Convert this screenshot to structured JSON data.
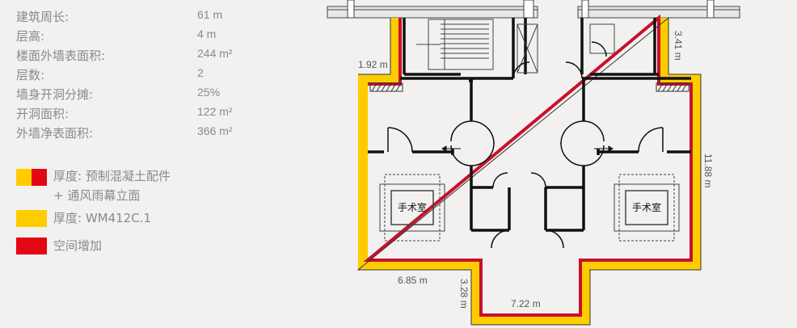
{
  "stats": [
    {
      "label": "建筑周长:",
      "value": "61 m"
    },
    {
      "label": "层高:",
      "value": "4 m"
    },
    {
      "label": "楼面外墙表面积:",
      "value": "244 m²"
    },
    {
      "label": "层数:",
      "value": "2"
    },
    {
      "label": "墙身开洞分摊:",
      "value": "25%"
    },
    {
      "label": "开洞面积:",
      "value": "122 m²"
    },
    {
      "label": "外墙净表面积:",
      "value": "366 m²"
    }
  ],
  "legend": [
    {
      "line1": "厚度: 预制混凝土配件",
      "line2": "+ 通风雨幕立面",
      "colors": [
        "#ffcc00",
        "#e30613"
      ]
    },
    {
      "line1": "厚度: WM412C.1",
      "line2": "",
      "colors": [
        "#ffcc00"
      ]
    },
    {
      "line1": "空间增加",
      "line2": "",
      "colors": [
        "#e30613"
      ]
    }
  ],
  "plan": {
    "rooms": [
      "手术室",
      "手术室"
    ],
    "dimensions": {
      "d1": "1.92 m",
      "d2": "3.41 m",
      "d3": "11.88 m",
      "d4": "6.85 m",
      "d5": "3.28 m",
      "d6": "7.22 m"
    }
  },
  "colors": {
    "yellow": "#ffcc00",
    "red": "#e30613",
    "wall": "#111111",
    "background": "#f2f1f0",
    "text": "#8a8a8a"
  }
}
